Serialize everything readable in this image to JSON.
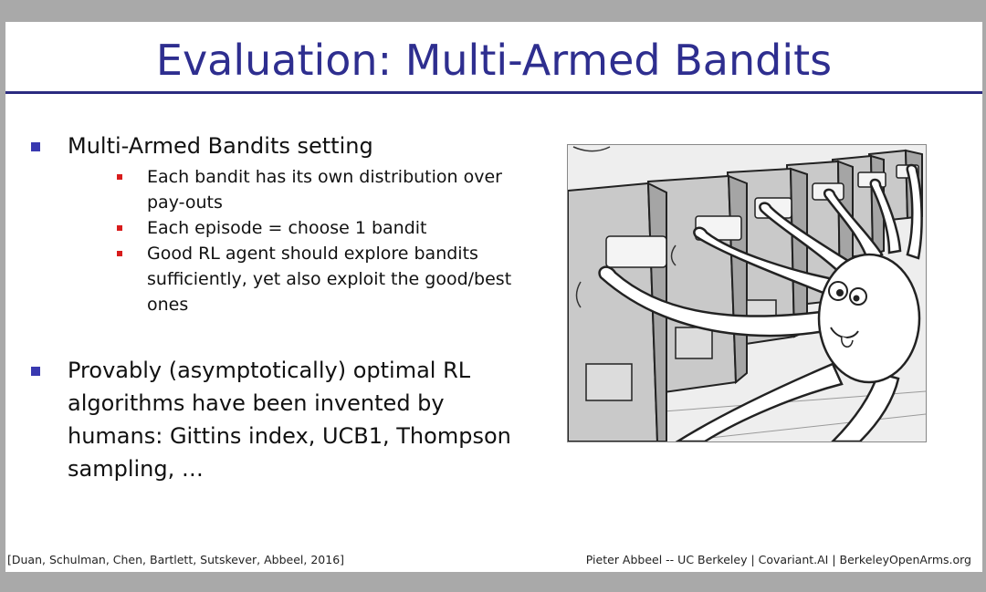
{
  "slide": {
    "title": "Evaluation: Multi-Armed Bandits",
    "bullets": [
      {
        "text": "Multi-Armed Bandits setting",
        "subbullets": [
          "Each bandit has its own distribution over pay-outs",
          "Each episode = choose 1 bandit",
          "Good RL agent should explore bandits sufficiently, yet also exploit the good/best ones"
        ]
      },
      {
        "text": "Provably (asymptotically) optimal RL algorithms have been invented by humans: Gittins index, UCB1, Thompson sampling, …"
      }
    ],
    "footer_left": "[Duan, Schulman, Chen, Bartlett, Sutskever, Abbeel, 2016]",
    "footer_right": "Pieter Abbeel -- UC Berkeley | Covariant.AI | BerkeleyOpenArms.org"
  },
  "colors": {
    "title": "#2e2e8f",
    "rule": "#2b2b80",
    "bullet_primary": "#3939b0",
    "bullet_secondary": "#d81c1c"
  }
}
